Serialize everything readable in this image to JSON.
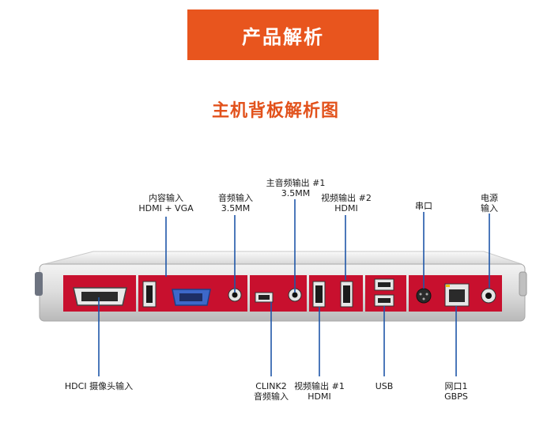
{
  "header": {
    "banner_title": "产品解析",
    "subtitle": "主机背板解析图"
  },
  "labels": {
    "content_input": [
      "内容输入",
      "HDMI + VGA"
    ],
    "audio_input": [
      "音频输入",
      "3.5MM"
    ],
    "main_audio_out": [
      "主音频输出 #1",
      "3.5MM"
    ],
    "video_out_2": [
      "视频输出 #2",
      "HDMI"
    ],
    "serial": [
      "串口"
    ],
    "power_input": [
      "电源",
      "输入"
    ],
    "hdci_camera": [
      "HDCI 摄像头输入"
    ],
    "clink2_audio": [
      "CLINK2",
      "音频输入"
    ],
    "video_out_1": [
      "视频输出 #1",
      "HDMI"
    ],
    "usb": [
      "USB"
    ],
    "network": [
      "网口1",
      "GBPS"
    ]
  },
  "colors": {
    "banner": "#e8551e",
    "subtitle": "#e2521c",
    "panel_red": "#c8102e",
    "callout_line": "#1f57a8"
  }
}
